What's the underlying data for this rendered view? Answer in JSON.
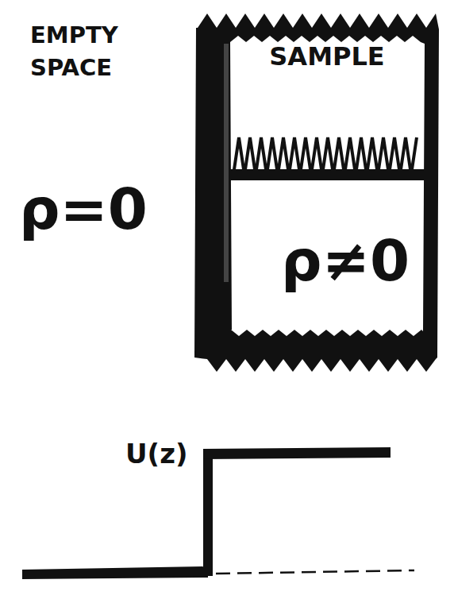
{
  "diagram": {
    "nodes": [
      {
        "text": [
          "SAMPLE",
          "ρ≠0"
        ]
      }
    ],
    "labels": [
      "EMPTY SPACE",
      "ρ=0",
      "U(z)"
    ]
  }
}
